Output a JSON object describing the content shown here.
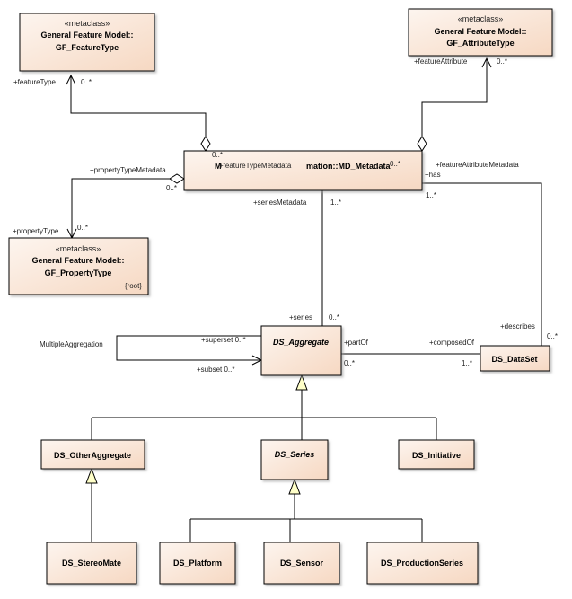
{
  "colors": {
    "box_fill_light": "#fdf5ef",
    "box_fill_dark": "#f6d8c2",
    "box_stroke": "#000000",
    "line": "#000000",
    "triangle_fill": "#ffffc8"
  },
  "classes": {
    "gf_featuretype": {
      "stereotype": "«metaclass»",
      "name1": "General Feature Model::",
      "name2": "GF_FeatureType"
    },
    "gf_attributetype": {
      "stereotype": "«metaclass»",
      "name1": "General Feature Model::",
      "name2": "GF_AttributeType"
    },
    "gf_propertytype": {
      "stereotype": "«metaclass»",
      "name1": "General Feature Model::",
      "name2": "GF_PropertyType",
      "tag": "{root}"
    },
    "md_metadata": {
      "name_prefix": "M",
      "name_suffix": "mation::MD_Metadata"
    },
    "ds_aggregate": {
      "name": "DS_Aggregate"
    },
    "ds_dataset": {
      "name": "DS_DataSet"
    },
    "ds_otheraggregate": {
      "name": "DS_OtherAggregate"
    },
    "ds_series": {
      "name": "DS_Series"
    },
    "ds_initiative": {
      "name": "DS_Initiative"
    },
    "ds_stereomate": {
      "name": "DS_StereoMate"
    },
    "ds_platform": {
      "name": "DS_Platform"
    },
    "ds_sensor": {
      "name": "DS_Sensor"
    },
    "ds_productionseries": {
      "name": "DS_ProductionSeries"
    }
  },
  "labels": {
    "feature_type_role": "+featureType",
    "feature_type_mult": "0..*",
    "feature_attribute_role": "+featureAttribute",
    "feature_attribute_mult": "0..*",
    "md_feature_mult": "0..*",
    "feature_type_metadata": "+featureTypeMetadata",
    "md_attr_mult": "0..*",
    "has": "+has",
    "feature_attribute_metadata": "+featureAttributeMetadata",
    "property_type_metadata": "+propertyTypeMetadata",
    "md_prop_mult": "0..*",
    "property_type_role": "+propertyType",
    "property_type_mult": "0..*",
    "series_metadata": "+seriesMetadata",
    "series_metadata_mult": "1..*",
    "has_mult": "1..*",
    "series_role": "+series",
    "series_mult": "0..*",
    "describes": "+describes",
    "describes_mult": "0..*",
    "multiple_aggregation": "MultipleAggregation",
    "superset": "+superset 0..*",
    "subset": "+subset 0..*",
    "part_of": "+partOf",
    "part_of_mult": "0..*",
    "composed_of": "+composedOf",
    "composed_of_mult": "1..*"
  }
}
